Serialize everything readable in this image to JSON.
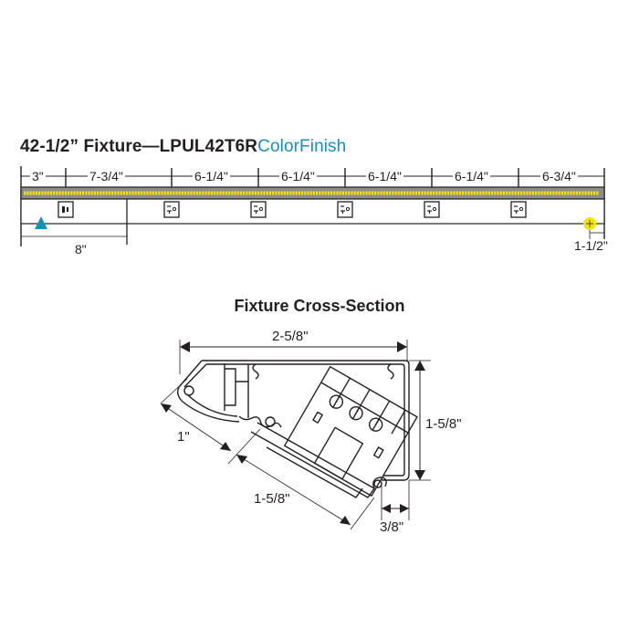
{
  "elevation": {
    "title_main": "42-1/2” Fixture—LPUL42T6R",
    "title_accent": "ColorFinish",
    "accent_color": "#1a8fb5",
    "led_color": "#f2e600",
    "housing_color": "#8c8c8c",
    "segment_dims": [
      "3\"",
      "7-3/4\"",
      "6-1/4\"",
      "6-1/4\"",
      "6-1/4\"",
      "6-1/4\"",
      "6-3/4\""
    ],
    "bottom_left_dim": "8\"",
    "bottom_right_dim": "1-1/2\"",
    "receptacles": [
      {
        "type": "switch"
      },
      {
        "type": "outlet"
      },
      {
        "type": "outlet"
      },
      {
        "type": "outlet"
      },
      {
        "type": "outlet"
      },
      {
        "type": "outlet"
      }
    ],
    "markers": {
      "left": "triangle-marker",
      "right": "yellow-crosshair-marker"
    },
    "marker_colors": {
      "triangle": "#1a8fb5",
      "crosshair": "#f2e600"
    }
  },
  "cross_section": {
    "title": "Fixture Cross-Section",
    "width_dim": "2-5/8\"",
    "height_dim": "1-5/8\"",
    "diag_short_dim": "1\"",
    "diag_long_dim": "1-5/8\"",
    "foot_dim": "3/8\""
  }
}
